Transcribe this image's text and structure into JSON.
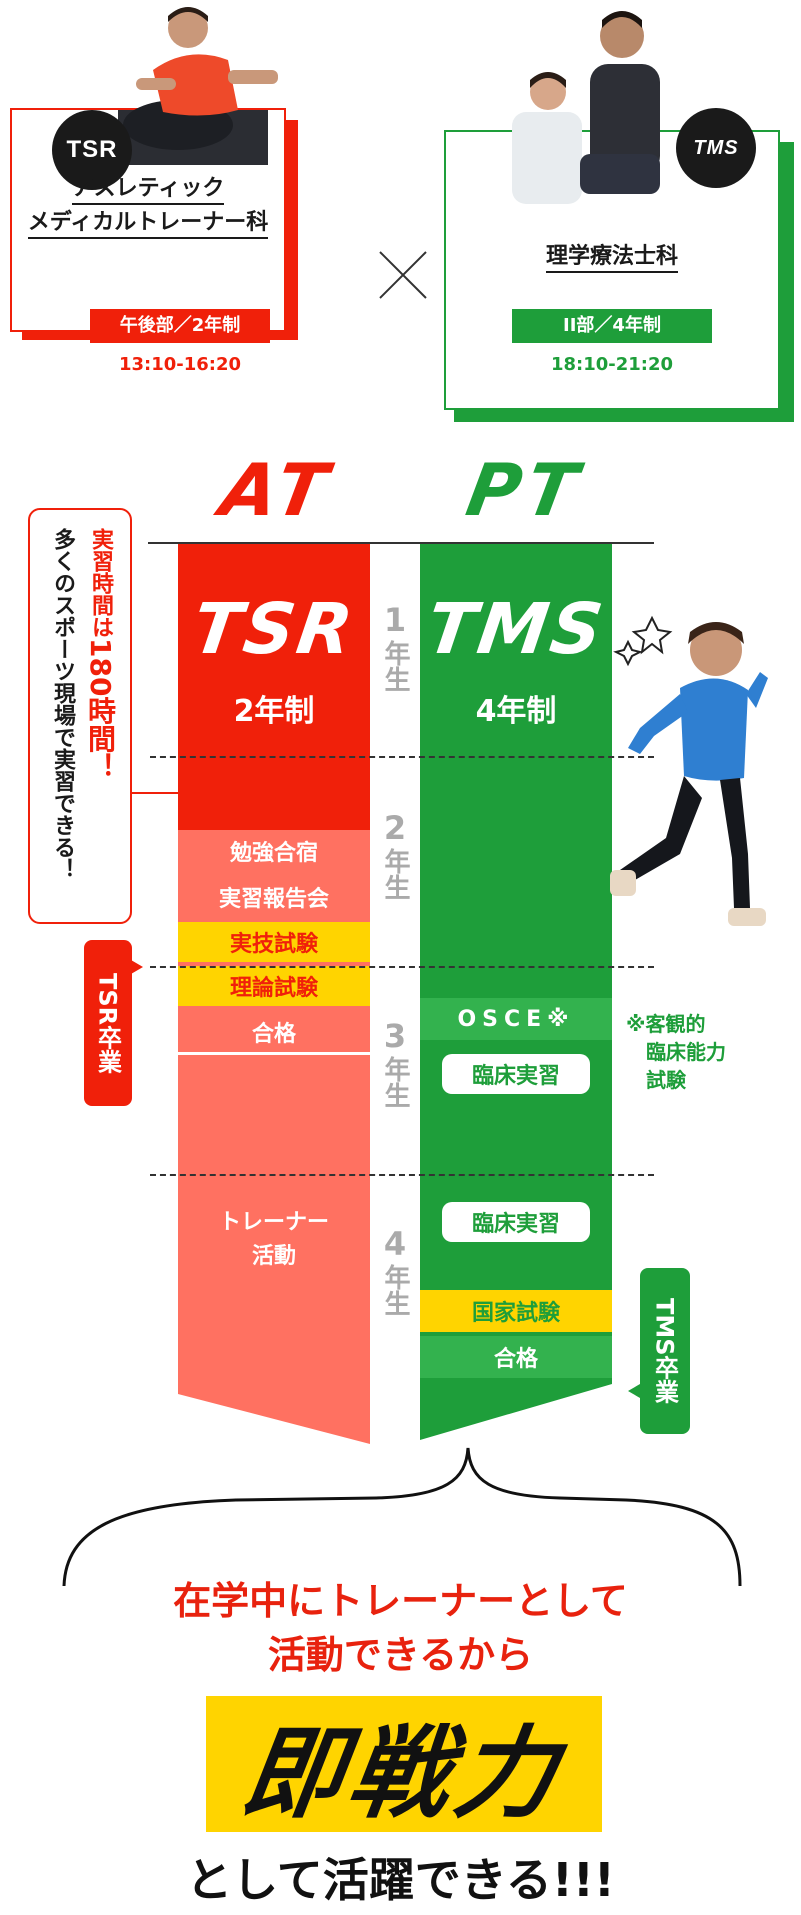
{
  "colors": {
    "red": "#f0200a",
    "green": "#1e9e3a",
    "salmon": "#ff7161",
    "yellow": "#ffd400"
  },
  "tsr_card": {
    "badge": "TSR",
    "title_line1": "アスレティック",
    "title_line2": "メディカルトレーナー科",
    "pill": "午後部／2年制",
    "time": "13:10-16:20"
  },
  "tms_card": {
    "badge": "TMS",
    "title": "理学療法士科",
    "pill": "II部／4年制",
    "time": "18:10-21:20"
  },
  "labels": {
    "at": "AT",
    "pt": "PT"
  },
  "callout_left": {
    "col1": "実習時間は",
    "num": "180",
    "col1b": "時間！",
    "col2": "多くのスポーツ現場で実習できる！"
  },
  "tsr_column": {
    "title": "TSR",
    "sub": "2年制",
    "seg1": "勉強合宿",
    "seg2": "実習報告会",
    "seg3": "実技試験",
    "seg4": "理論試験",
    "seg5": "合格",
    "seg6_line1": "トレーナー",
    "seg6_line2": "活動"
  },
  "tms_column": {
    "title": "TMS",
    "sub": "4年制",
    "osce": "OSCE※",
    "clinic1": "臨床実習",
    "clinic2": "臨床実習",
    "exam": "国家試験",
    "pass": "合格"
  },
  "years": [
    {
      "num": "1",
      "txt": "年生"
    },
    {
      "num": "2",
      "txt": "年生"
    },
    {
      "num": "3",
      "txt": "年生"
    },
    {
      "num": "4",
      "txt": "年生"
    }
  ],
  "tags": {
    "tsr_grad": "TSR卒業",
    "tms_grad": "TMS卒業"
  },
  "note": {
    "line1": "※客観的",
    "line2": "臨床能力",
    "line3": "試験"
  },
  "bottom": {
    "line1": "在学中にトレーナーとして",
    "line2": "活動できるから",
    "big": "即戦力",
    "final": "として活躍できる!!!"
  }
}
